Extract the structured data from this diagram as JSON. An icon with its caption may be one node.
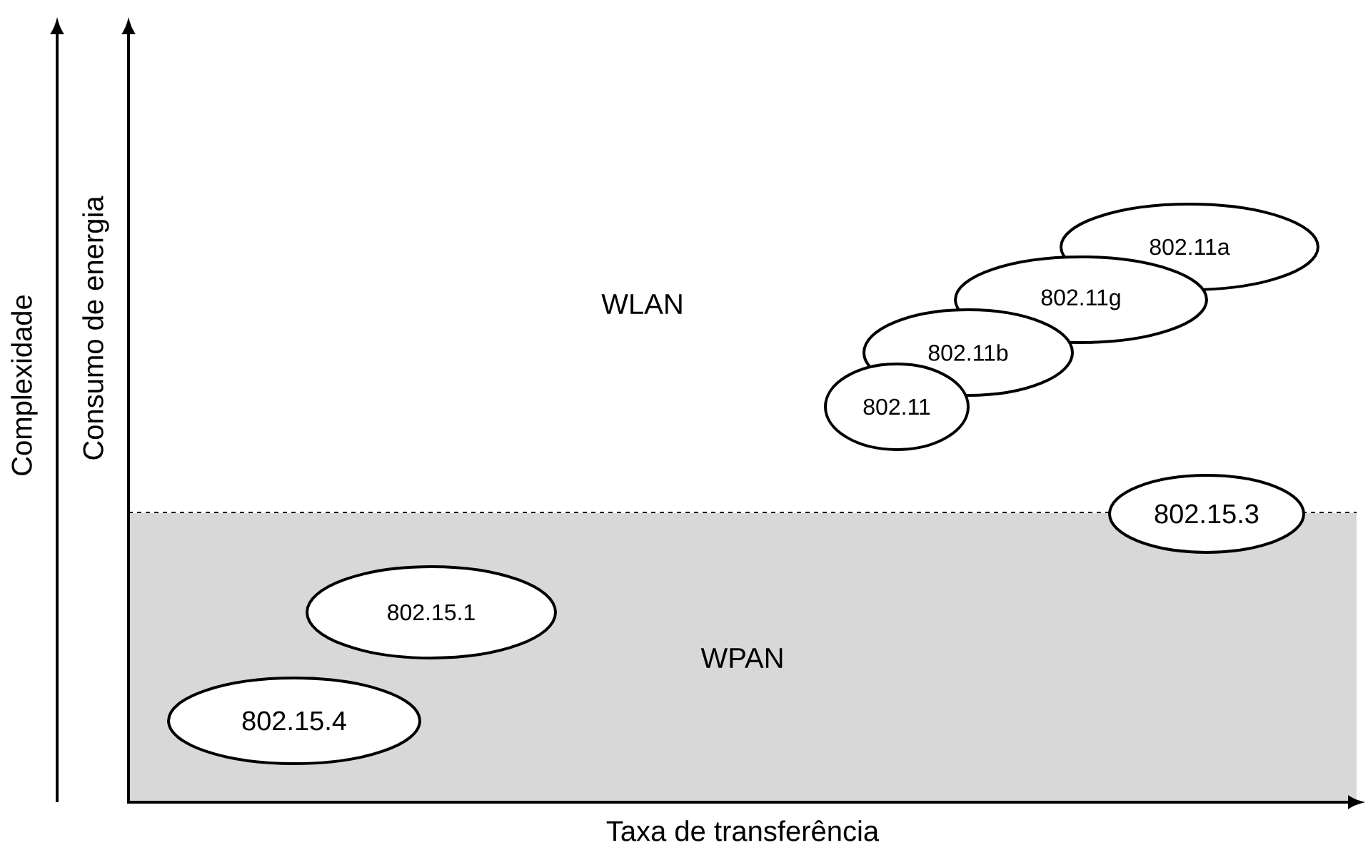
{
  "diagram": {
    "nodes": [
      {
        "text": [
          "WPAN"
        ]
      },
      {
        "text": [
          "802.11a"
        ]
      },
      {
        "text": [
          "802.11g"
        ]
      },
      {
        "text": [
          "802.11b"
        ]
      },
      {
        "text": [
          "802.11"
        ]
      },
      {
        "text": [
          "802.15.3"
        ]
      },
      {
        "text": [
          "802.15.1"
        ],
        "in": 0
      },
      {
        "text": [
          "802.15.4"
        ],
        "in": 0
      }
    ],
    "edges": [],
    "labels": [
      "Complexidade",
      "Consumo de energia",
      "WLAN",
      "Taxa de transferência"
    ]
  }
}
